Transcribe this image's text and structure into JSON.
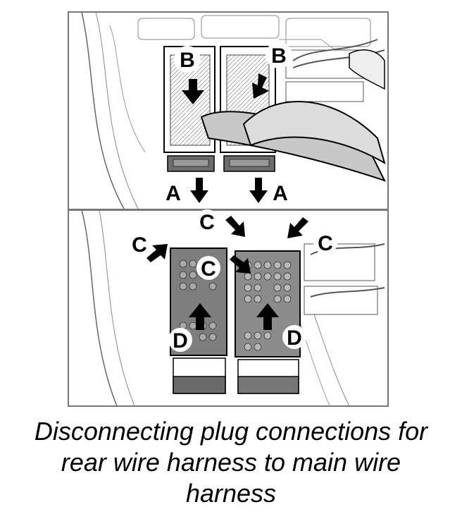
{
  "figure": {
    "callouts": {
      "A_left": "A",
      "A_right": "A",
      "B_left": "B",
      "B_right": "B",
      "C_top": "C",
      "C_left": "C",
      "C_right": "C",
      "C_mid": "C",
      "D_left": "D",
      "D_right": "D"
    },
    "icons": [
      "arrow-icon",
      "plier-tool",
      "connector-plug",
      "wire-harness"
    ],
    "colors": {
      "line": "#000000",
      "housing": "#7a7a7a",
      "housing_dark": "#5a5a5a",
      "frame": "#777777"
    }
  },
  "caption": {
    "line1": "Disconnecting plug connections for",
    "line2": "rear wire harness to main wire",
    "line3": "harness"
  }
}
